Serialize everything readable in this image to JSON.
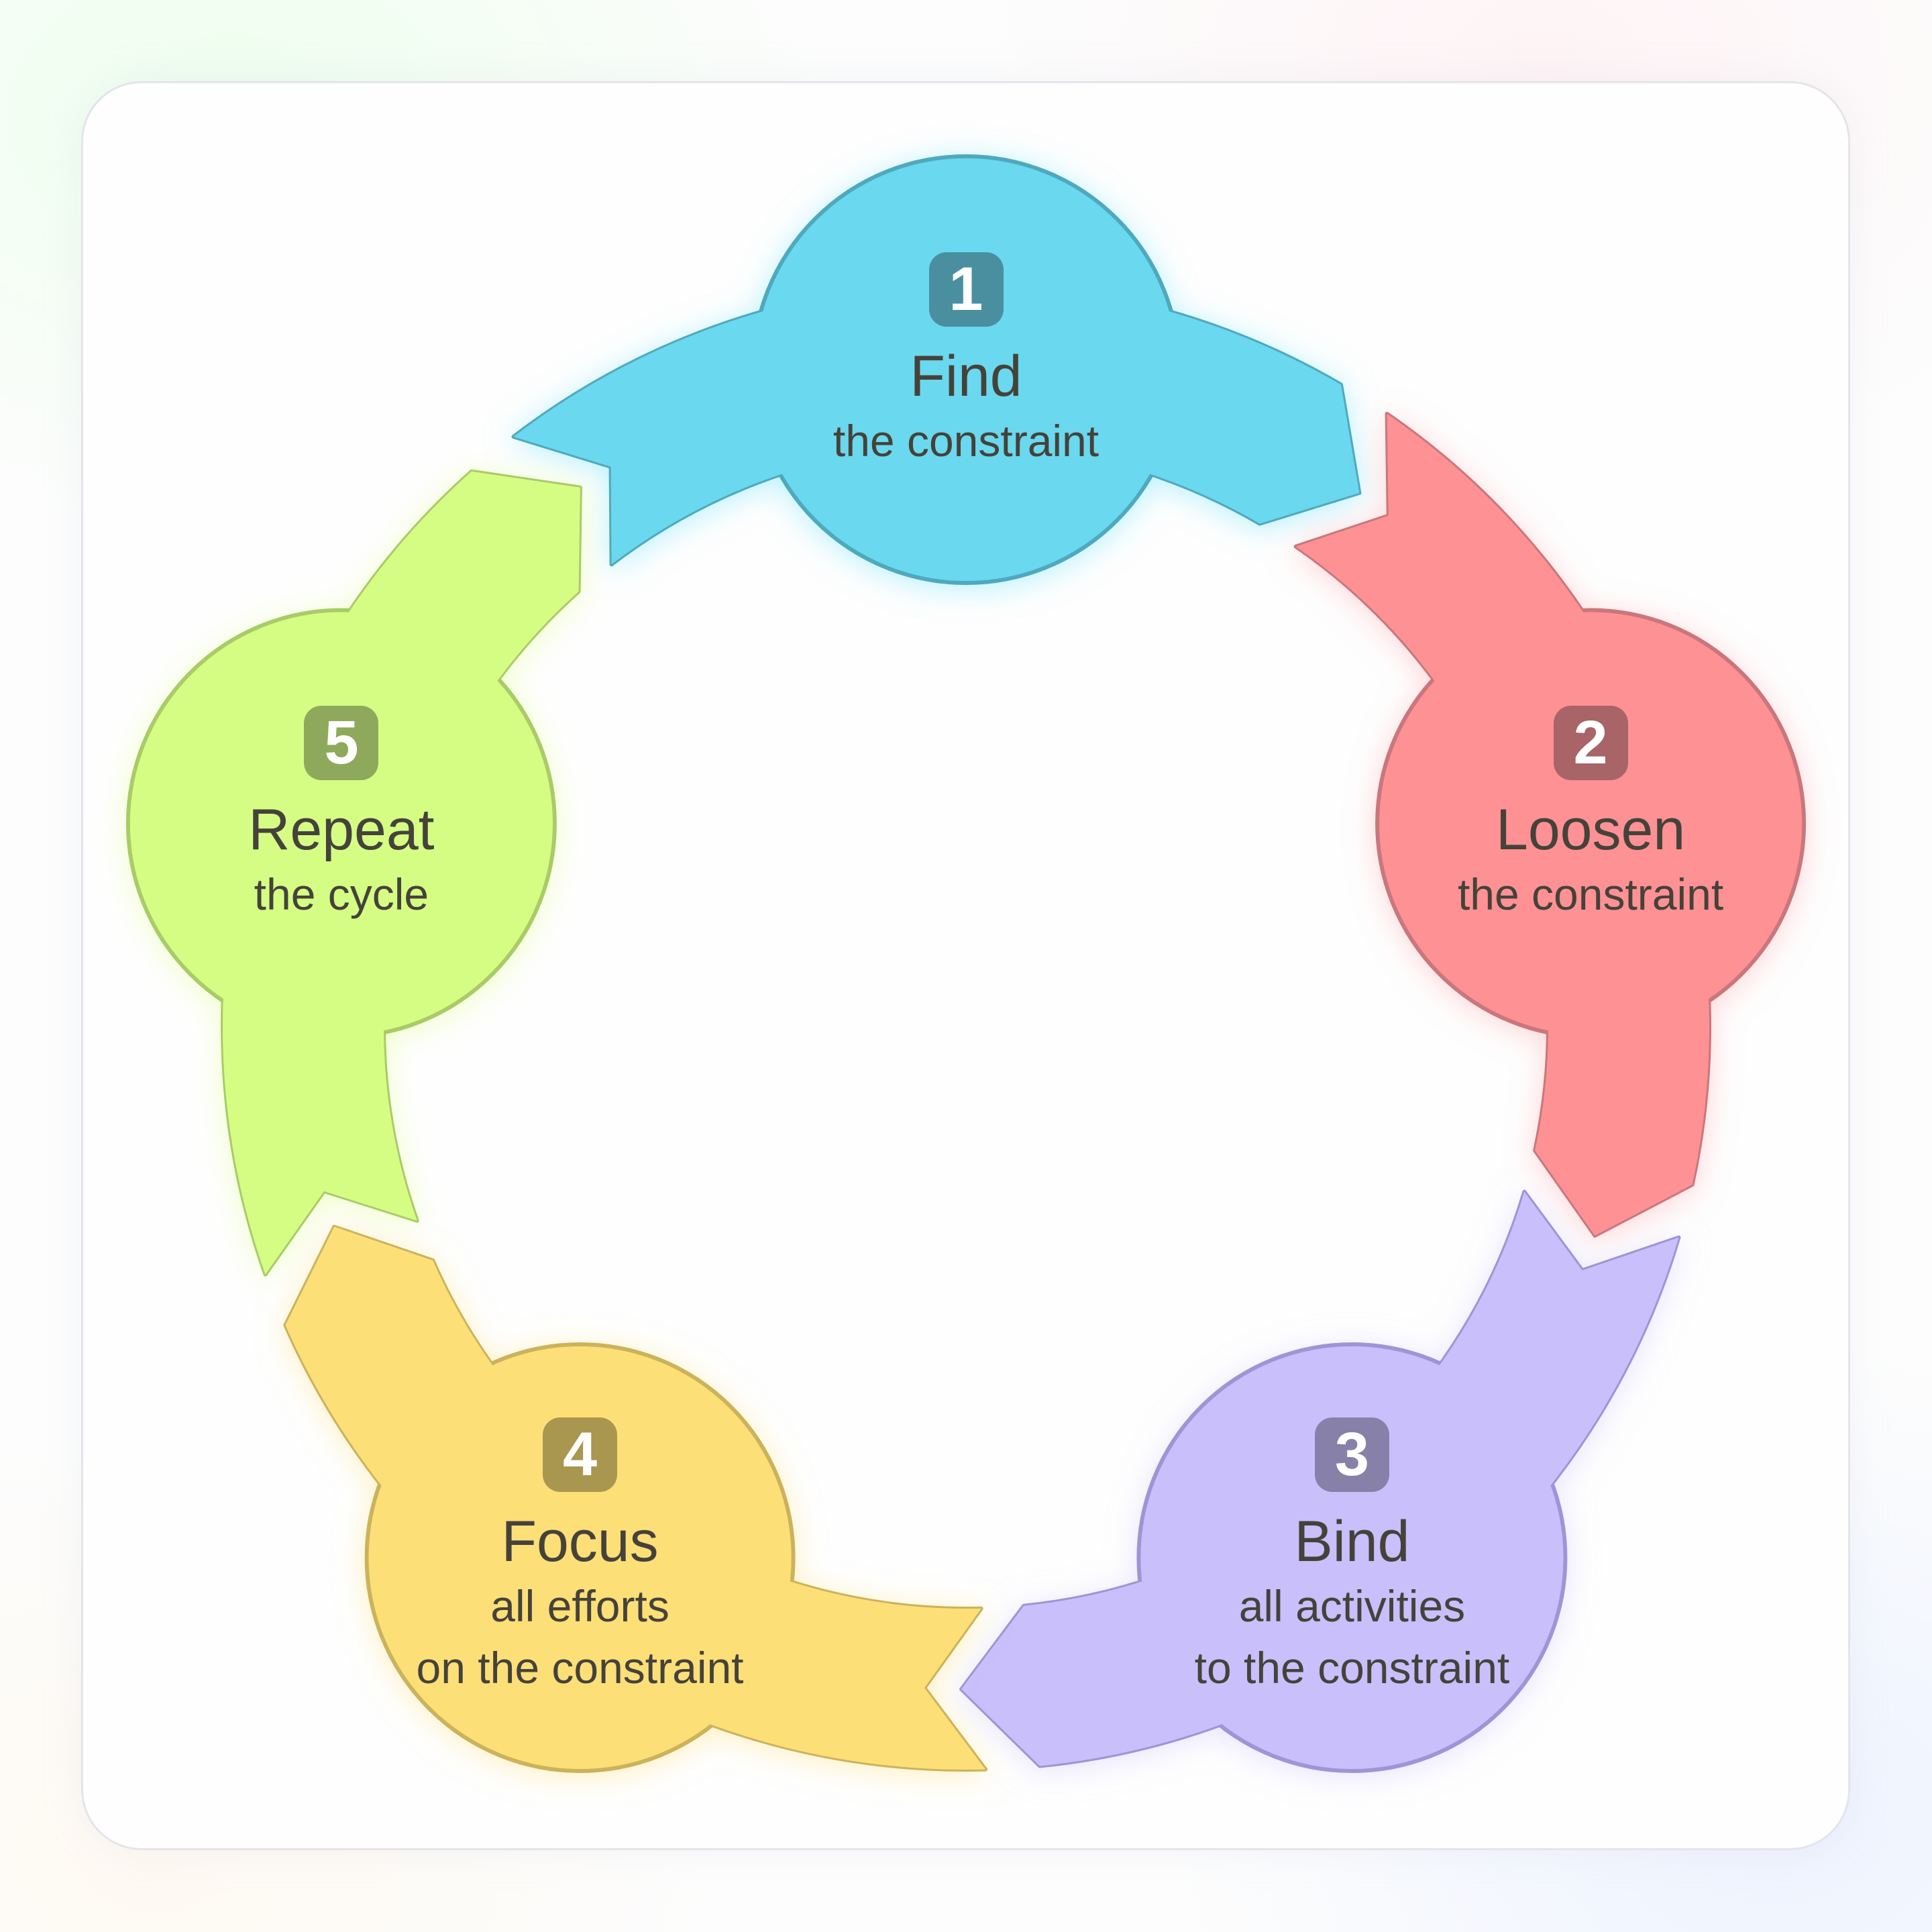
{
  "diagram": {
    "type": "cycle",
    "steps": [
      {
        "number": "1",
        "title": "Find",
        "subtitle_lines": [
          "the constraint"
        ],
        "fill": "#6ad8ee",
        "stroke": "#4fa9bd",
        "badge": "#4a8fa0",
        "glow": "#7fe6ff"
      },
      {
        "number": "2",
        "title": "Loosen",
        "subtitle_lines": [
          "the constraint"
        ],
        "fill": "#fd9194",
        "stroke": "#c9777b",
        "badge": "#a86466",
        "glow": "#ffb3b6"
      },
      {
        "number": "3",
        "title": "Bind",
        "subtitle_lines": [
          "all activities",
          "to the constraint"
        ],
        "fill": "#c8bffb",
        "stroke": "#9d95d6",
        "badge": "#8780a8",
        "glow": "#d6d0ff"
      },
      {
        "number": "4",
        "title": "Focus",
        "subtitle_lines": [
          "all efforts",
          "on the constraint"
        ],
        "fill": "#fddf78",
        "stroke": "#cbb35c",
        "badge": "#a99750",
        "glow": "#ffe690"
      },
      {
        "number": "5",
        "title": "Repeat",
        "subtitle_lines": [
          "the cycle"
        ],
        "fill": "#d5fd84",
        "stroke": "#a9cb68",
        "badge": "#8ea95c",
        "glow": "#e4ff9e"
      }
    ],
    "text_color": "#45423a",
    "card_border": "#e4e4ea"
  }
}
